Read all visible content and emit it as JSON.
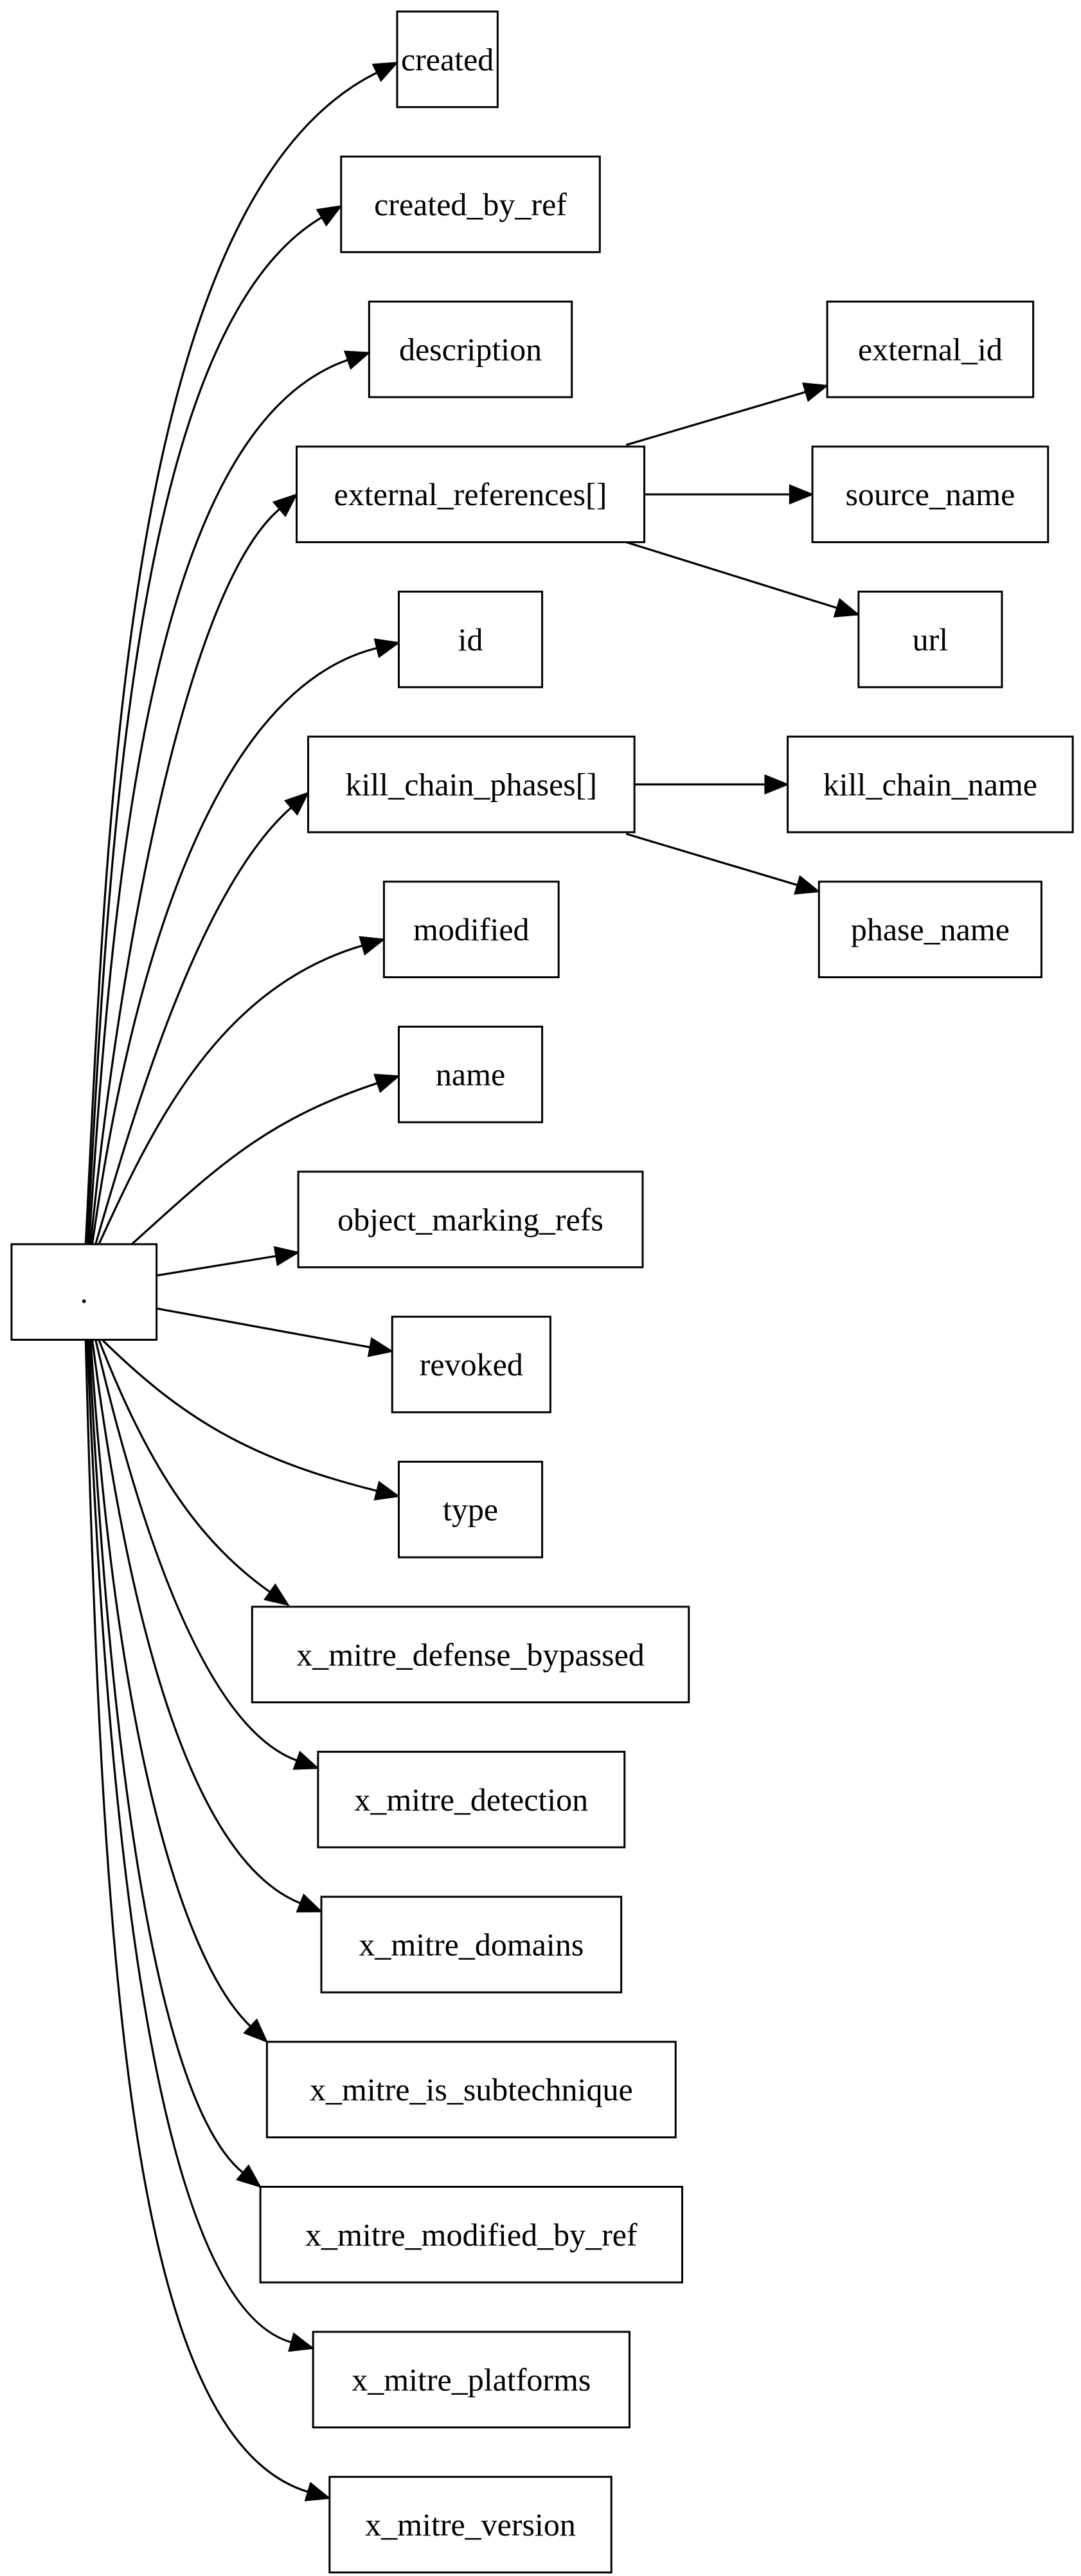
{
  "root": {
    "label": "."
  },
  "nodes": [
    {
      "id": "created",
      "label": "created"
    },
    {
      "id": "created_by_ref",
      "label": "created_by_ref"
    },
    {
      "id": "description",
      "label": "description"
    },
    {
      "id": "external_references",
      "label": "external_references[]"
    },
    {
      "id": "id",
      "label": "id"
    },
    {
      "id": "kill_chain_phases",
      "label": "kill_chain_phases[]"
    },
    {
      "id": "modified",
      "label": "modified"
    },
    {
      "id": "name",
      "label": "name"
    },
    {
      "id": "object_marking_refs",
      "label": "object_marking_refs"
    },
    {
      "id": "revoked",
      "label": "revoked"
    },
    {
      "id": "type",
      "label": "type"
    },
    {
      "id": "x_mitre_defense_bypassed",
      "label": "x_mitre_defense_bypassed"
    },
    {
      "id": "x_mitre_detection",
      "label": "x_mitre_detection"
    },
    {
      "id": "x_mitre_domains",
      "label": "x_mitre_domains"
    },
    {
      "id": "x_mitre_is_subtechnique",
      "label": "x_mitre_is_subtechnique"
    },
    {
      "id": "x_mitre_modified_by_ref",
      "label": "x_mitre_modified_by_ref"
    },
    {
      "id": "x_mitre_platforms",
      "label": "x_mitre_platforms"
    },
    {
      "id": "x_mitre_version",
      "label": "x_mitre_version"
    },
    {
      "id": "external_id",
      "label": "external_id"
    },
    {
      "id": "source_name",
      "label": "source_name"
    },
    {
      "id": "url",
      "label": "url"
    },
    {
      "id": "kill_chain_name",
      "label": "kill_chain_name"
    },
    {
      "id": "phase_name",
      "label": "phase_name"
    }
  ],
  "edges": [
    {
      "from": "root",
      "to": "created"
    },
    {
      "from": "root",
      "to": "created_by_ref"
    },
    {
      "from": "root",
      "to": "description"
    },
    {
      "from": "root",
      "to": "external_references"
    },
    {
      "from": "root",
      "to": "id"
    },
    {
      "from": "root",
      "to": "kill_chain_phases"
    },
    {
      "from": "root",
      "to": "modified"
    },
    {
      "from": "root",
      "to": "name"
    },
    {
      "from": "root",
      "to": "object_marking_refs"
    },
    {
      "from": "root",
      "to": "revoked"
    },
    {
      "from": "root",
      "to": "type"
    },
    {
      "from": "root",
      "to": "x_mitre_defense_bypassed"
    },
    {
      "from": "root",
      "to": "x_mitre_detection"
    },
    {
      "from": "root",
      "to": "x_mitre_domains"
    },
    {
      "from": "root",
      "to": "x_mitre_is_subtechnique"
    },
    {
      "from": "root",
      "to": "x_mitre_modified_by_ref"
    },
    {
      "from": "root",
      "to": "x_mitre_platforms"
    },
    {
      "from": "root",
      "to": "x_mitre_version"
    },
    {
      "from": "external_references",
      "to": "external_id"
    },
    {
      "from": "external_references",
      "to": "source_name"
    },
    {
      "from": "external_references",
      "to": "url"
    },
    {
      "from": "kill_chain_phases",
      "to": "kill_chain_name"
    },
    {
      "from": "kill_chain_phases",
      "to": "phase_name"
    }
  ]
}
